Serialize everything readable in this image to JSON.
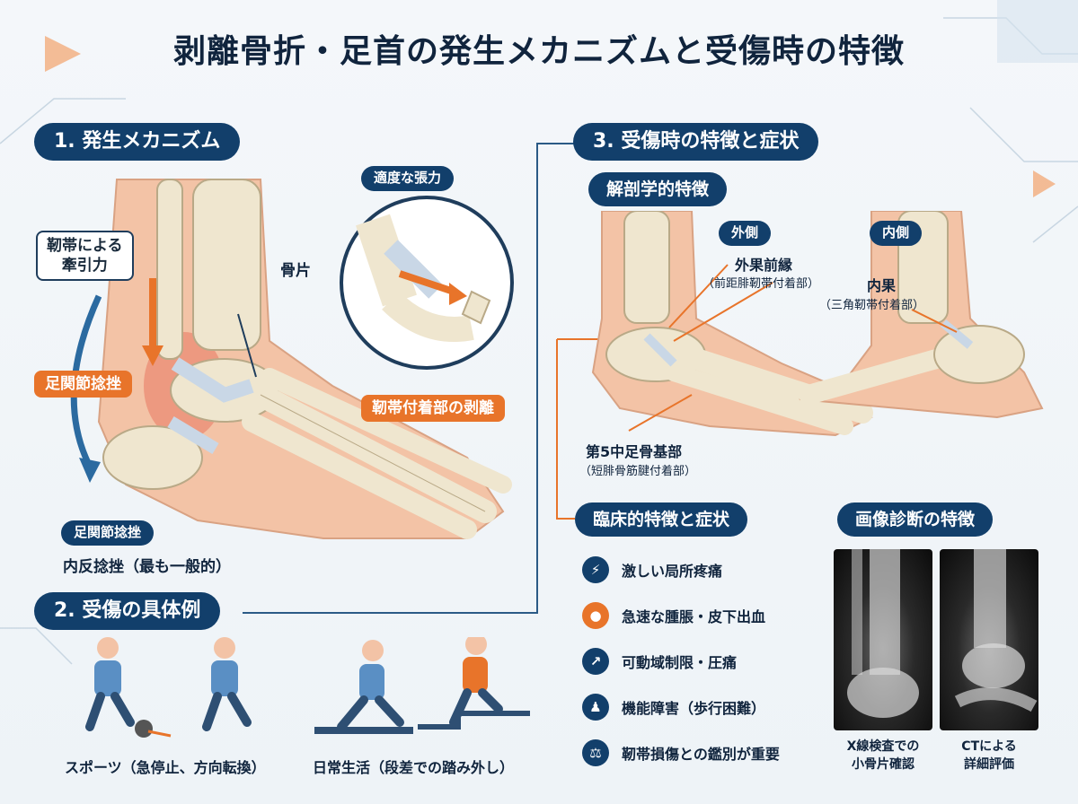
{
  "title": "剥離骨折・足首の発生メカニズムと受傷時の特徴",
  "section1": {
    "heading": "1. 発生メカニズム",
    "ligament_traction": "靭帯による\n牽引力",
    "bone_fragment": "骨片",
    "excess_tension": "適度な張力",
    "ankle_sprain_orange": "足関節捻挫",
    "detachment": "靭帯付着部の剥離",
    "ankle_sprain_pill": "足関節捻挫",
    "inversion_sprain": "内反捻挫（最も一般的）"
  },
  "section2": {
    "heading": "2. 受傷の具体例",
    "sports": "スポーツ（急停止、方向転換）",
    "daily_life": "日常生活（段差での踏み外し）"
  },
  "section3": {
    "heading": "3. 受傷時の特徴と症状",
    "anatomy_heading": "解剖学的特徴",
    "lateral": "外側",
    "medial": "内側",
    "lateral_malleolus": "外果前縁",
    "lateral_malleolus_sub": "（前距腓靭帯付着部）",
    "medial_malleolus": "内果",
    "medial_malleolus_sub": "（三角靭帯付着部）",
    "fifth_metatarsal": "第5中足骨基部",
    "fifth_metatarsal_sub": "（短腓骨筋腱付着部）",
    "clinical_heading": "臨床的特徴と症状",
    "symptoms": [
      {
        "icon": "lightning-icon",
        "text": "激しい局所疼痛"
      },
      {
        "icon": "drop-icon",
        "text": "急速な腫脹・皮下出血"
      },
      {
        "icon": "limited-motion-icon",
        "text": "可動域制限・圧痛"
      },
      {
        "icon": "walking-icon",
        "text": "機能障害（歩行困難）"
      },
      {
        "icon": "scale-icon",
        "text": "靭帯損傷との鑑別が重要"
      }
    ],
    "imaging_heading": "画像診断の特徴",
    "xray_caption": "X線検査での\n小骨片確認",
    "ct_caption": "CTによる\n詳細評価"
  },
  "colors": {
    "navy": "#123f6b",
    "orange": "#e8742a",
    "skin": "#f3c3a6",
    "bone": "#efe6cf"
  }
}
